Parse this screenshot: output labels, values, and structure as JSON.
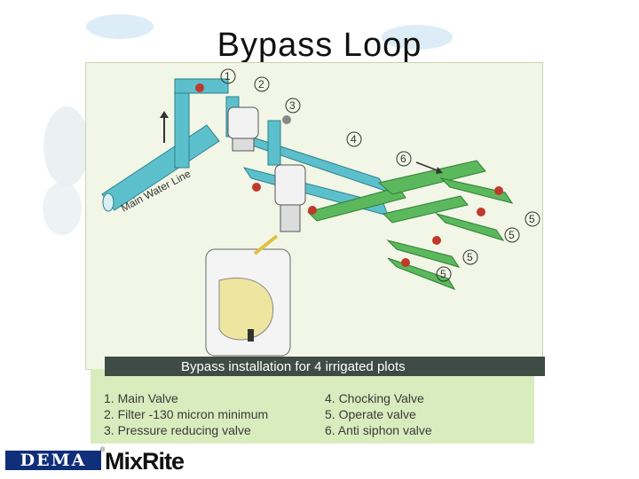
{
  "title": "Bypass Loop",
  "diagram": {
    "pipe_label": "Main Water Line",
    "markers": [
      "1",
      "2",
      "3",
      "4",
      "5",
      "6"
    ],
    "repeated_marker": "5"
  },
  "caption": "Bypass installation for 4 irrigated plots",
  "legend": {
    "left": [
      "1. Main Valve",
      "2. Filter -130 micron minimum",
      "3. Pressure reducing valve"
    ],
    "right": [
      "4. Chocking Valve",
      "5. Operate valve",
      "6. Anti siphon valve"
    ]
  },
  "logos": {
    "dema": "DEMA",
    "registered": "®",
    "mixrite": "MixRite"
  },
  "colors": {
    "water_pipe": "#5cc0cc",
    "irrigation_pipe": "#5cb85c",
    "caption_bar": "#3f4b45",
    "legend_bg": "#d9ecbd",
    "valve_handle": "#c0392b"
  }
}
